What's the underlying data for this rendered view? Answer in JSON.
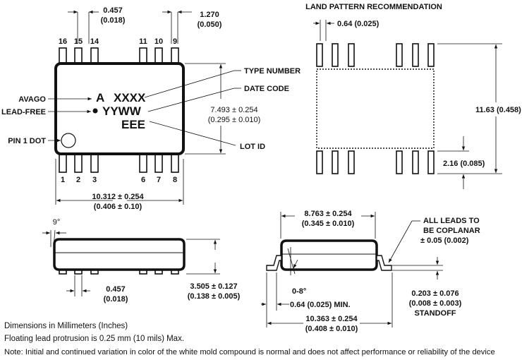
{
  "top_view": {
    "pitch_label": "0.457",
    "pitch_label_in": "(0.018)",
    "row_spacing_label": "1.270",
    "row_spacing_label_in": "(0.050)",
    "top_pins": [
      "16",
      "15",
      "14",
      "11",
      "10",
      "9"
    ],
    "bottom_pins": [
      "1",
      "2",
      "3",
      "6",
      "7",
      "8"
    ],
    "marking_line1_prefix": "A",
    "marking_line1": "XXXX",
    "marking_line2": "YYWW",
    "marking_line3": "EEE",
    "callout_avago": "AVAGO",
    "callout_leadfree": "LEAD-FREE",
    "callout_pin1": "PIN 1 DOT",
    "callout_type_number": "TYPE NUMBER",
    "callout_date_code": "DATE CODE",
    "callout_lot_id": "LOT ID",
    "height_label": "7.493 ± 0.254",
    "height_label_in": "(0.295 ± 0.010)",
    "width_label": "10.312 ± 0.254",
    "width_label_in": "(0.406 ± 0.10)"
  },
  "land_pattern": {
    "title": "LAND PATTERN RECOMMENDATION",
    "pad_width_label": "0.64 (0.025)",
    "overall_label": "11.63 (0.458)",
    "pad_length_label": "2.16 (0.085)"
  },
  "side_view": {
    "angle_label": "9°",
    "lead_label": "0.457",
    "lead_label_in": "(0.018)",
    "height_label": "3.505 ± 0.127",
    "height_label_in": "(0.138 ± 0.005)"
  },
  "end_view": {
    "body_label": "8.763 ± 0.254",
    "body_label_in": "(0.345 ± 0.010)",
    "coplanar_line1": "ALL LEADS TO",
    "coplanar_line2": "BE COPLANAR",
    "coplanar_line3": "± 0.05 (0.002)",
    "angle_label": "0-8°",
    "foot_label": "0.64 (0.025) MIN.",
    "standoff_label": "0.203 ± 0.076",
    "standoff_label_in": "(0.008 ± 0.003)",
    "standoff_word": "STANDOFF",
    "overall_label": "10.363 ± 0.254",
    "overall_label_in": "(0.408 ± 0.010)"
  },
  "notes": {
    "units": "Dimensions in Millimeters (Inches)",
    "protrusion": "Floating lead protrusion is 0.25 mm (10 mils) Max.",
    "mold": "Note: Initial and continued variation in color of the white mold compound is normal and does not affect performance or reliability of the device"
  },
  "colors": {
    "ink": "#111111",
    "background": "#ffffff"
  }
}
